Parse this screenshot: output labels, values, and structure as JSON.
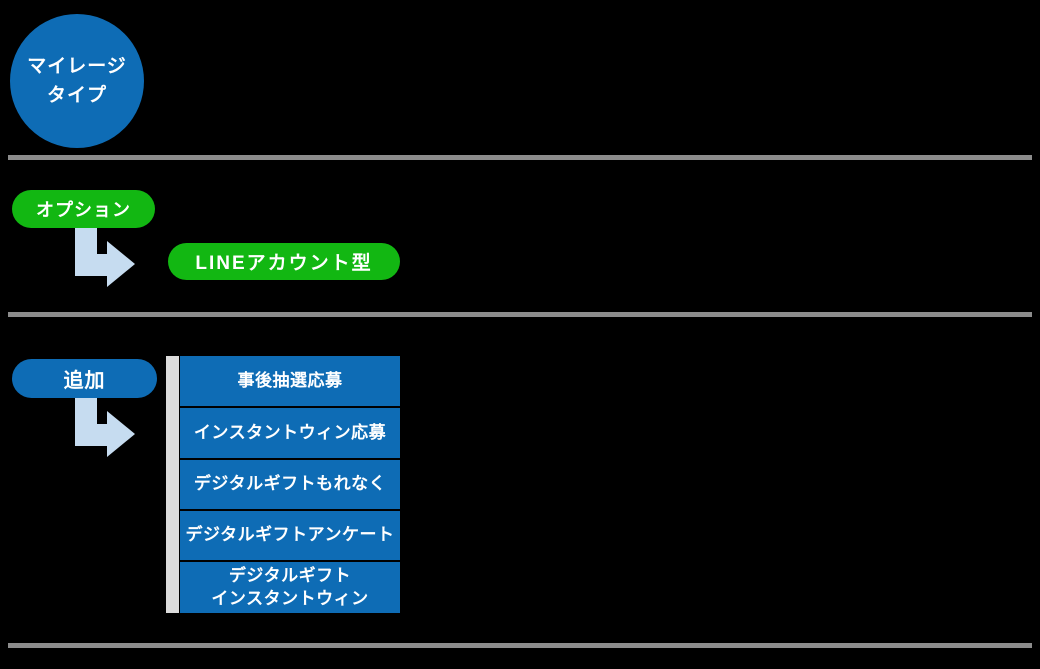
{
  "colors": {
    "background": "#000000",
    "blue": "#0E6CB5",
    "green": "#12B712",
    "arrow_light_blue": "#C6DCF0",
    "divider_gray": "#8C8C8C",
    "track_gray": "#DCDCDC",
    "text": "#FFFFFF"
  },
  "mileage": {
    "label": "マイレージ\nタイプ"
  },
  "option": {
    "badge": "オプション",
    "item": "LINEアカウント型"
  },
  "addition": {
    "badge": "追加",
    "items": [
      "事後抽選応募",
      "インスタントウィン応募",
      "デジタルギフトもれなく",
      "デジタルギフトアンケート",
      "デジタルギフト\nインスタントウィン"
    ]
  }
}
